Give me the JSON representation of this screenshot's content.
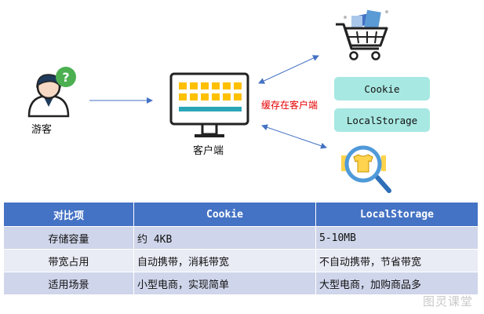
{
  "diagram": {
    "visitor_label": "游客",
    "question_mark": "?",
    "client_label": "客户端",
    "cache_label": "缓存在客户端",
    "storage_items": [
      "Cookie",
      "LocalStorage"
    ]
  },
  "table": {
    "headers": [
      "对比项",
      "Cookie",
      "LocalStorage"
    ],
    "rows": [
      [
        "存储容量",
        "约 4KB",
        "5-10MB"
      ],
      [
        "带宽占用",
        "自动携带，消耗带宽",
        "不自动携带，节省带宽"
      ],
      [
        "适用场景",
        "小型电商，实现简单",
        "大型电商，加购商品多"
      ]
    ]
  },
  "watermark": "图灵课堂",
  "colors": {
    "header_bg": "#4472c4",
    "row_dark": "#cfd5ea",
    "row_light": "#e9ebf5",
    "pill_bg": "#a8e8e2",
    "cache_text": "#e60000",
    "arrow": "#4472c4",
    "screen_yellow": "#ffc000",
    "screen_teal": "#2aa6b8"
  }
}
